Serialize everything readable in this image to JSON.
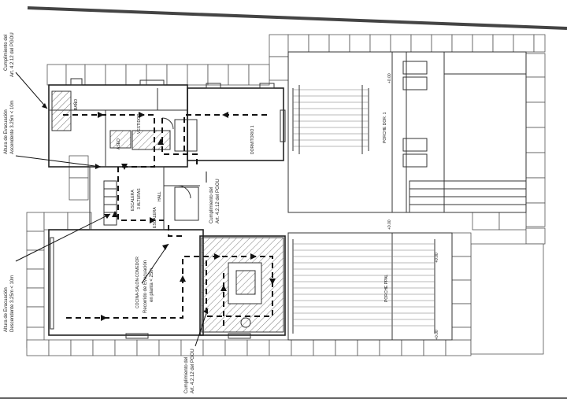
{
  "labels": {
    "callout_top_left": [
      "Cumplimiento del",
      "Art. 4.2.12 del PGOU"
    ],
    "callout_ascending": [
      "Altura de Evacuación",
      "Ascendente 3.25m < 10m"
    ],
    "callout_descending": [
      "Altura de Evacuación",
      "Descendente 3.25m < 10m"
    ],
    "callout_mid": [
      "Cumplimiento del",
      "Art. 4.2.12 del PGOU"
    ],
    "callout_bottom": [
      "Cumplimiento del",
      "Art. 4.2.12 del PGOU"
    ],
    "recorrido": [
      "Recorrido de Evacuación",
      "en planta < 25m"
    ],
    "kitchen": "COCINA-SALON-COMEDOR",
    "bedroom": "DORMITORIO 1",
    "hall": "HALL",
    "stair": "ESCALERA",
    "stair_note": [
      "ESCALERA",
      "3 ALTURAS"
    ],
    "porch_bedroom": "PORCHE DOR. 1",
    "porch_main": "PORCHE PPAL",
    "bath": "BAÑO",
    "vestidor": "VESTIDOR",
    "aseo": "ASEO",
    "dims": [
      "+0.00",
      "+0.00",
      "+0.00",
      "+0.00"
    ]
  }
}
